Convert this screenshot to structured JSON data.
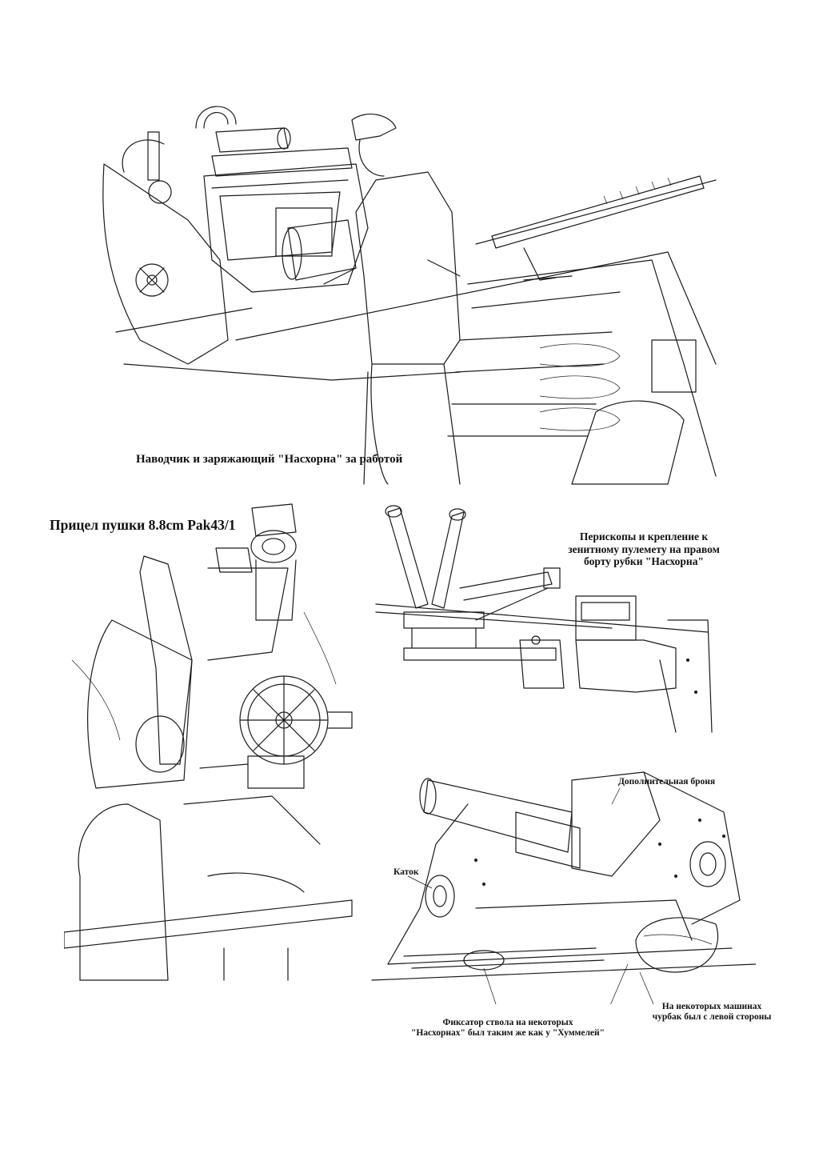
{
  "captions": {
    "crew": "Наводчик и заряжающий \"Насхорна\" за работой",
    "sight_title": "Прицел пушки 8.8cm Pak43/1",
    "periscopes": [
      "Перископы и крепление к",
      "зенитному пулемету на правом",
      "борту рубки \"Насхорна\""
    ],
    "armor": "Дополнительная броня",
    "roller": "Каток",
    "barrel_lock": [
      "Фиксатор ствола на некоторых",
      "\"Насхорнах\" был таким же как у \"Хуммелей\""
    ],
    "chock": [
      "На некоторых машинах",
      "чурбак был с левой стороны"
    ]
  }
}
